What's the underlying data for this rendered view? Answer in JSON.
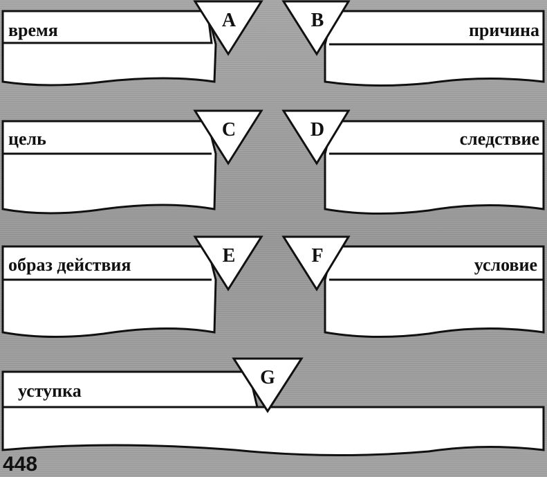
{
  "cards": [
    {
      "label": "время",
      "letter": "A"
    },
    {
      "label": "причина",
      "letter": "B"
    },
    {
      "label": "цель",
      "letter": "C"
    },
    {
      "label": "следствие",
      "letter": "D"
    },
    {
      "label": "образ действия",
      "letter": "E"
    },
    {
      "label": "условие",
      "letter": "F"
    },
    {
      "label": "уступка",
      "letter": "G"
    }
  ],
  "page_number": "448",
  "colors": {
    "card_fill": "#ffffff",
    "outline": "#111111",
    "background": "#9e9e9e"
  }
}
